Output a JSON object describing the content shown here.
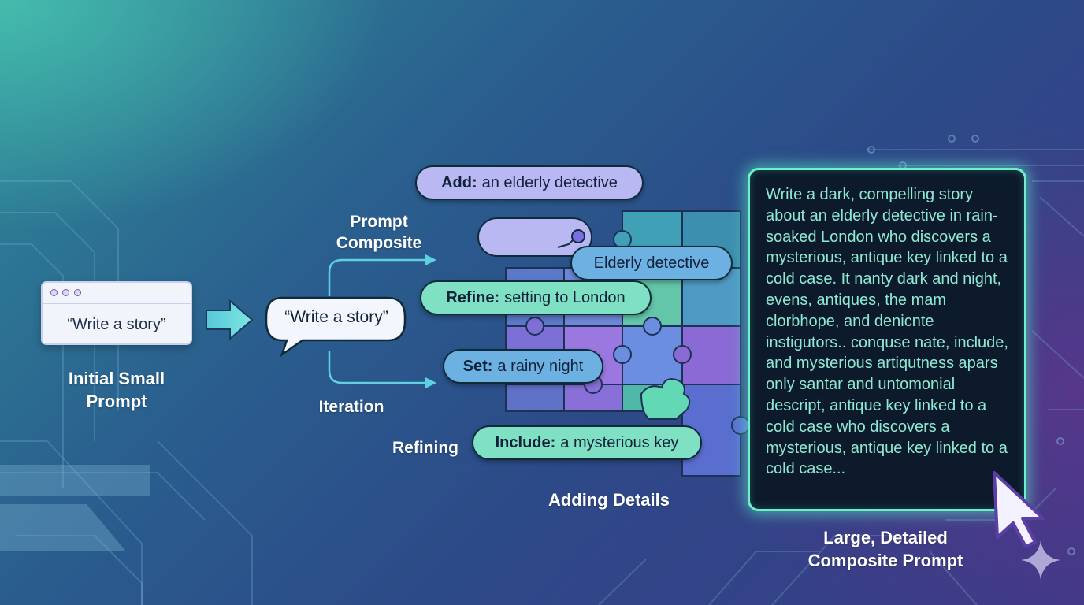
{
  "initial": {
    "window_text": "“Write a story”",
    "label_line1": "Initial Small",
    "label_line2": "Prompt"
  },
  "bubble": {
    "text": "“Write a story”"
  },
  "branches": {
    "composite_line1": "Prompt",
    "composite_line2": "Composite",
    "iteration": "Iteration",
    "refining": "Refining"
  },
  "chips": {
    "add": {
      "key": "Add:",
      "value": "an elderly detective"
    },
    "detective": {
      "text": "Elderly detective"
    },
    "refine": {
      "key": "Refine:",
      "value": "setting to London"
    },
    "set": {
      "key": "Set:",
      "value": "a rainy night"
    },
    "include": {
      "key": "Include:",
      "value": "a mysterious key"
    }
  },
  "adding_details_label": "Adding Details",
  "composite": {
    "text": "Write a dark, compelling story about an elderly detective in rain-soaked London who discovers a mysterious, antique key linked to a cold case. It nanty dark and night, evens, antiques, the mam clorbhope, and denicnte instigutors.. conquse nate, include, and mysterious artiqutness apars only santar and untomonial descript, antique key linked to a cold case who discovers a mysterious, antique key linked to a cold case...",
    "label_line1": "Large, Detailed",
    "label_line2": "Composite Prompt"
  },
  "colors": {
    "accent_teal": "#6ef0c8",
    "chip_lavender": "#b9b8f2",
    "chip_mint": "#7fe0c3",
    "chip_blue": "#6db1e3",
    "panel_bg": "#0c1a2c"
  },
  "icons": [
    "window-dots-icon",
    "arrow-right-icon",
    "speech-bubble-icon",
    "puzzle-pieces-icon",
    "cursor-pointer-icon",
    "sparkle-icon"
  ]
}
